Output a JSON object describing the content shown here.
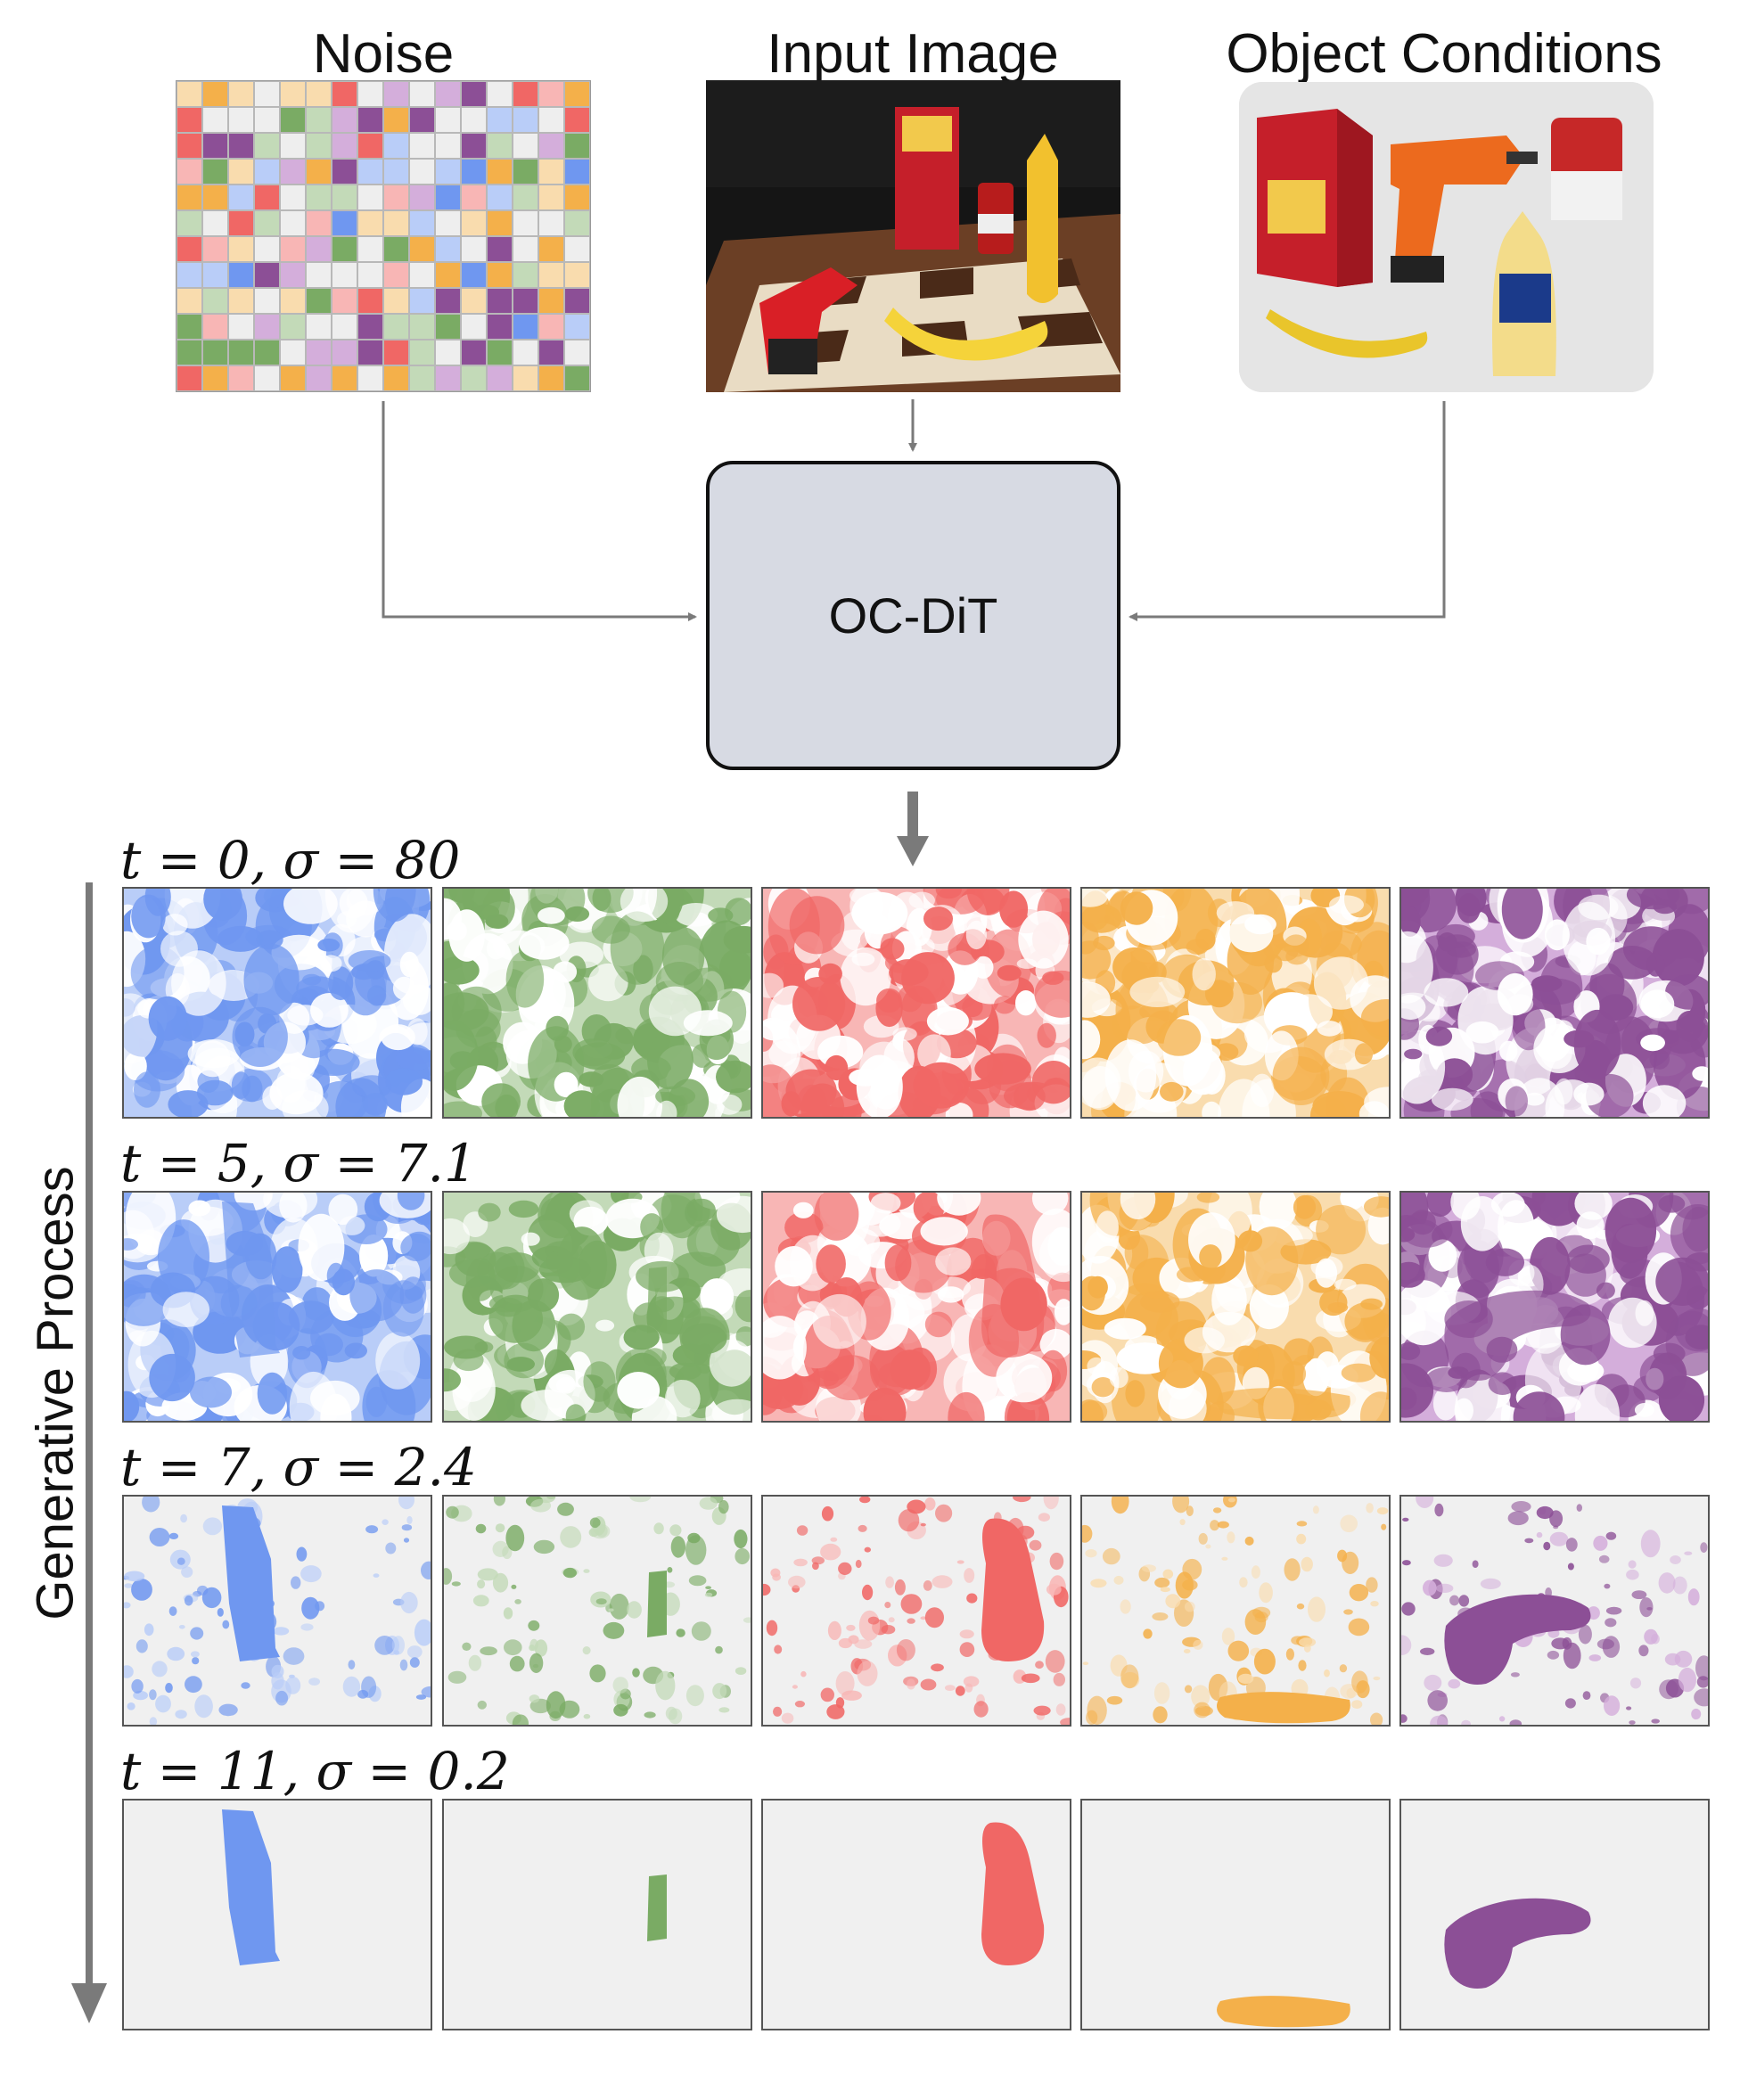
{
  "inputs": {
    "noise": {
      "title": "Noise"
    },
    "input_image": {
      "title": "Input Image"
    },
    "object_conditions": {
      "title": "Object Conditions"
    }
  },
  "model": {
    "label": "OC-DiT"
  },
  "axis": {
    "label": "Generative Process"
  },
  "steps": [
    {
      "label": "t = 0, σ = 80",
      "noise_level": 1.0
    },
    {
      "label": "t = 5, σ = 7.1",
      "noise_level": 0.8
    },
    {
      "label": "t = 7, σ = 2.4",
      "noise_level": 0.25
    },
    {
      "label": "t = 11, σ = 0.2",
      "noise_level": 0.0
    }
  ],
  "objects": [
    {
      "name": "cracker-box",
      "color": "#6f97f0",
      "light": "#b9cdf8"
    },
    {
      "name": "drill",
      "color": "#7aab64",
      "light": "#c3dab8"
    },
    {
      "name": "mustard-bottle",
      "color": "#f06765",
      "light": "#f8b6b5"
    },
    {
      "name": "banana",
      "color": "#f4b04a",
      "light": "#f9dcae"
    },
    {
      "name": "soup-can",
      "color": "#8c4f96",
      "light": "#d4aedb"
    }
  ],
  "noise_palette": [
    "#6f97f0",
    "#7aab64",
    "#f06765",
    "#f4b04a",
    "#8c4f96",
    "#b9cdf8",
    "#c3dab8",
    "#f8b6b5",
    "#f9dcae",
    "#d4aedb",
    "#eeeeee",
    "#eeeeee",
    "#eeeeee"
  ]
}
